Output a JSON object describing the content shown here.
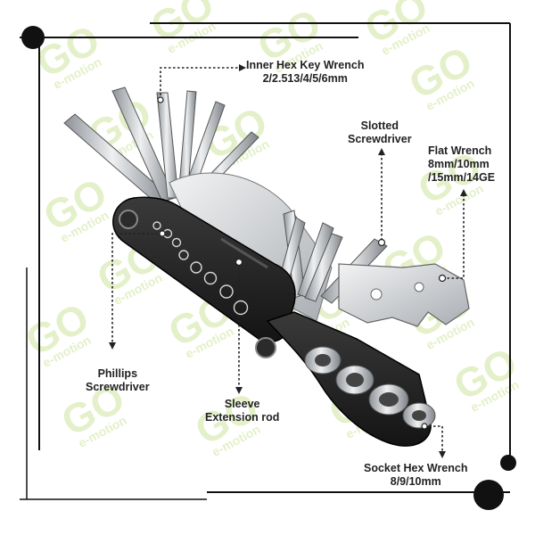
{
  "watermark": {
    "brand": "GO",
    "tagline": "e-motion"
  },
  "labels": {
    "inner_hex": {
      "line1": "Inner Hex Key Wrench",
      "line2": "2/2.513/4/5/6mm"
    },
    "slotted": {
      "line1": "Slotted",
      "line2": "Screwdriver"
    },
    "flat": {
      "line1": "Flat Wrench",
      "line2": "8mm/10mm",
      "line3": "/15mm/14GE"
    },
    "phillips": {
      "line1": "Phillips",
      "line2": "Screwdriver"
    },
    "sleeve": {
      "line1": "Sleeve",
      "line2": "Extension rod"
    },
    "socket": {
      "line1": "Socket Hex Wrench",
      "line2": "8/9/10mm"
    }
  },
  "colors": {
    "frame": "#111111",
    "watermark": "#dfeec0",
    "body": "#1e1e1e",
    "steel": "#c9ccd0"
  }
}
